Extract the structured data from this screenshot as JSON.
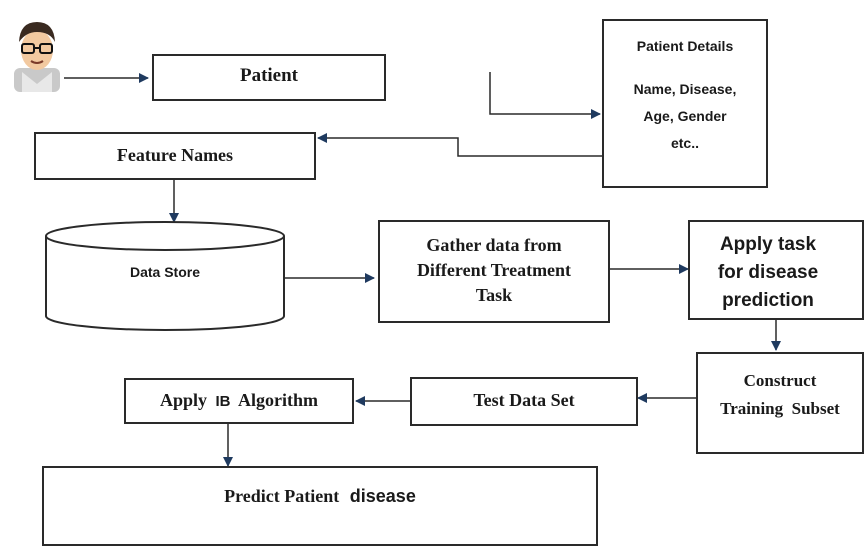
{
  "nodes": {
    "patient": "Patient",
    "patient_details": {
      "title": "Patient Details",
      "line1": "Name, Disease,",
      "line2": "Age, Gender",
      "line3": "etc.."
    },
    "feature_names": "Feature Names",
    "data_store": "Data Store",
    "gather": {
      "line1": "Gather data from",
      "line2": "Different Treatment",
      "line3": "Task"
    },
    "apply_task": {
      "line1": "Apply task",
      "line2": "for disease",
      "line3": "prediction"
    },
    "construct": {
      "line1": "Construct",
      "line2": "Training  Subset"
    },
    "test_data": "Test Data Set",
    "apply_ib": {
      "part1": "Apply",
      "part2": "IB",
      "part3": "Algorithm"
    },
    "predict": {
      "part1": "Predict Patient",
      "part2": "disease"
    }
  },
  "icons": {
    "avatar": "user-avatar-icon"
  },
  "colors": {
    "arrow": "#1f3a5f",
    "line": "#2a2a2a"
  }
}
